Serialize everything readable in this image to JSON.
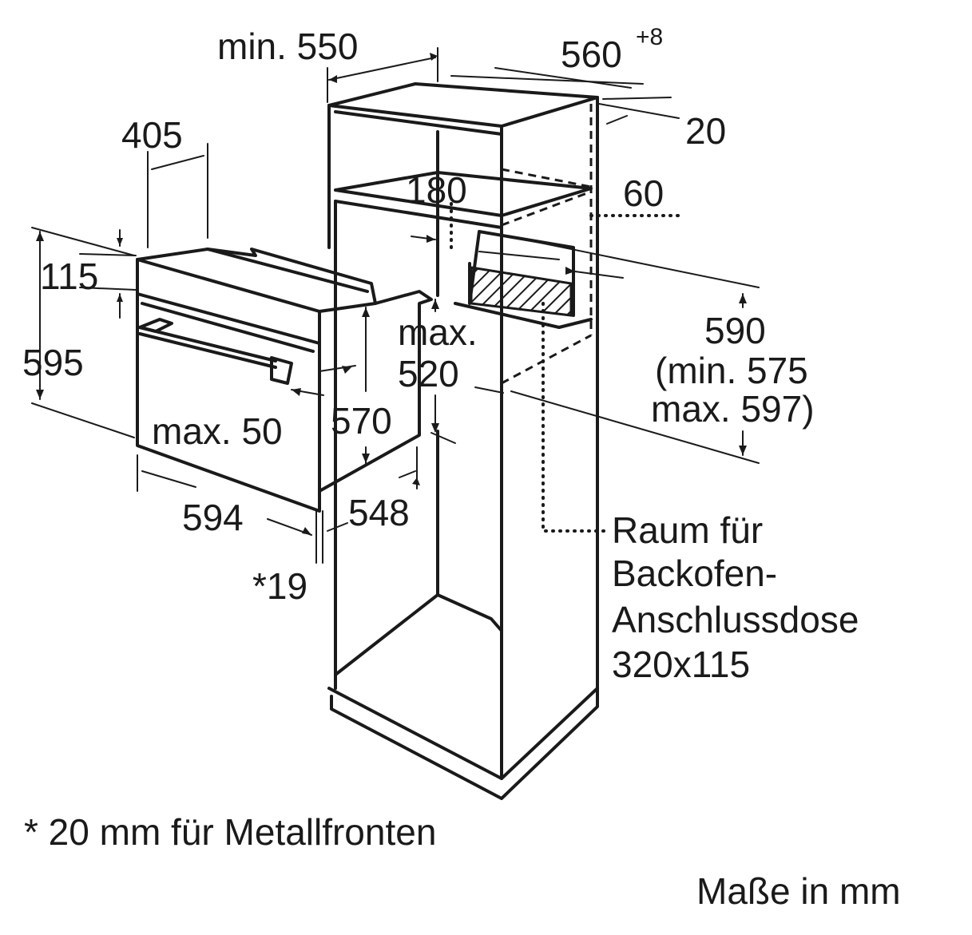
{
  "dimensions": {
    "min_550": "min. 550",
    "w560": "560",
    "w560_tol": "+8",
    "d20": "20",
    "d405": "405",
    "d115": "115",
    "d595": "595",
    "d180": "180",
    "d60": "60",
    "max_label": "max.",
    "d520": "520",
    "d590": "590",
    "min575": "(min. 575",
    "max597": "max. 597)",
    "max50": "max. 50",
    "d570": "570",
    "d594": "594",
    "d548": "548",
    "star19": "*19"
  },
  "socket_note": {
    "line1": "Raum für",
    "line2": "Backofen-",
    "line3": "Anschlussdose",
    "line4": "320x115"
  },
  "footnote": "* 20 mm für Metallfronten",
  "units": "Maße in mm"
}
